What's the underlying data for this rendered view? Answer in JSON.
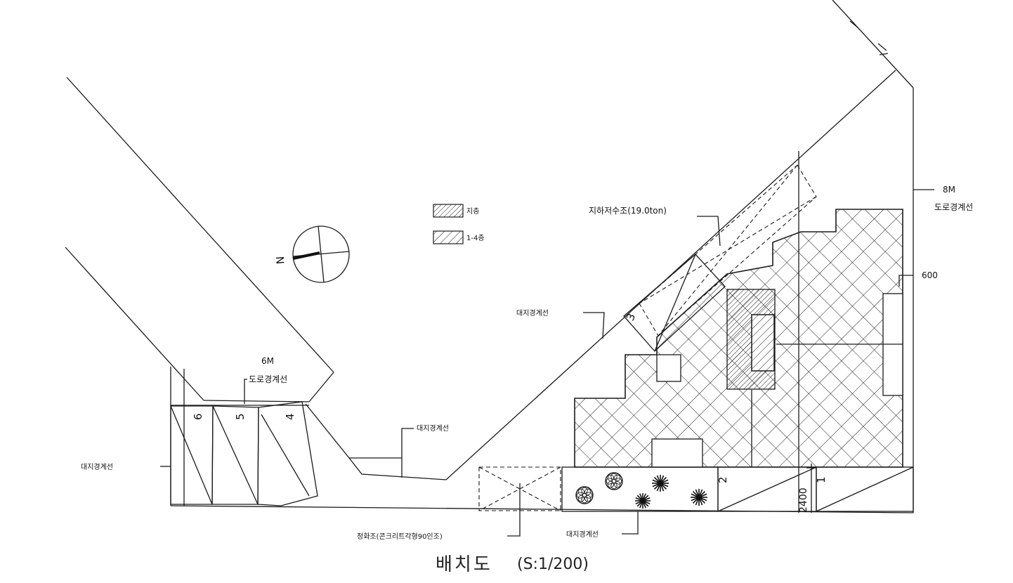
{
  "title": {
    "main": "배치도",
    "scale": "(S:1/200)"
  },
  "legend": {
    "items": [
      {
        "label": "지층",
        "pattern": "dense-diagonal"
      },
      {
        "label": "1-4층",
        "pattern": "sparse-diagonal"
      }
    ]
  },
  "compass": {
    "north_label": "N"
  },
  "labels": {
    "road_right_width": "8M",
    "road_right_boundary": "도로경계선",
    "road_left_width": "6M",
    "road_left_boundary": "도로경계선",
    "site_boundary_diag": "대지경계선",
    "site_boundary_mid": "대지경계선",
    "site_boundary_left": "대지경계선",
    "site_boundary_bottom": "대지경계선",
    "water_tank": "지하저수조(19.0ton)",
    "septic_tank": "정화조(콘크리트각형90인조)",
    "offset_600": "600",
    "dim_2400": "2400"
  },
  "parking": {
    "stalls": [
      "1",
      "2",
      "3",
      "4",
      "5",
      "6"
    ]
  },
  "colors": {
    "line": "#1a1a1a",
    "background": "#ffffff"
  }
}
